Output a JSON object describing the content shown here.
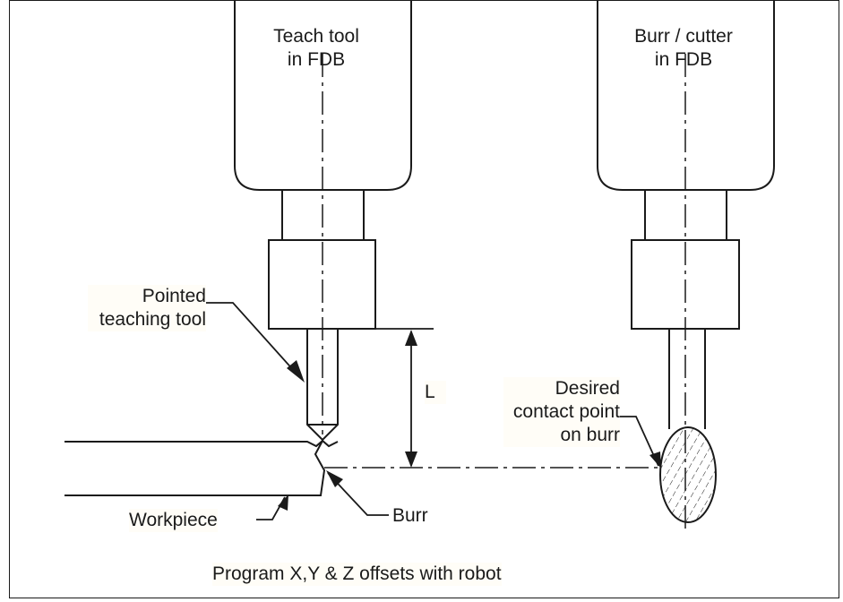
{
  "labels": {
    "teach_tool_line1": "Teach tool",
    "teach_tool_line2": "in FDB",
    "burr_cutter_line1": "Burr / cutter",
    "burr_cutter_line2": "in FDB",
    "pointed_line1": "Pointed",
    "pointed_line2": "teaching tool",
    "dimension_L": "L",
    "desired_line1": "Desired",
    "desired_line2": "contact point",
    "desired_line3": "on burr",
    "workpiece": "Workpiece",
    "burr": "Burr",
    "program": "Program X,Y & Z offsets with robot"
  },
  "colors": {
    "line": "#1a1a1a",
    "label_background": "#fffdf7",
    "background": "#ffffff"
  }
}
